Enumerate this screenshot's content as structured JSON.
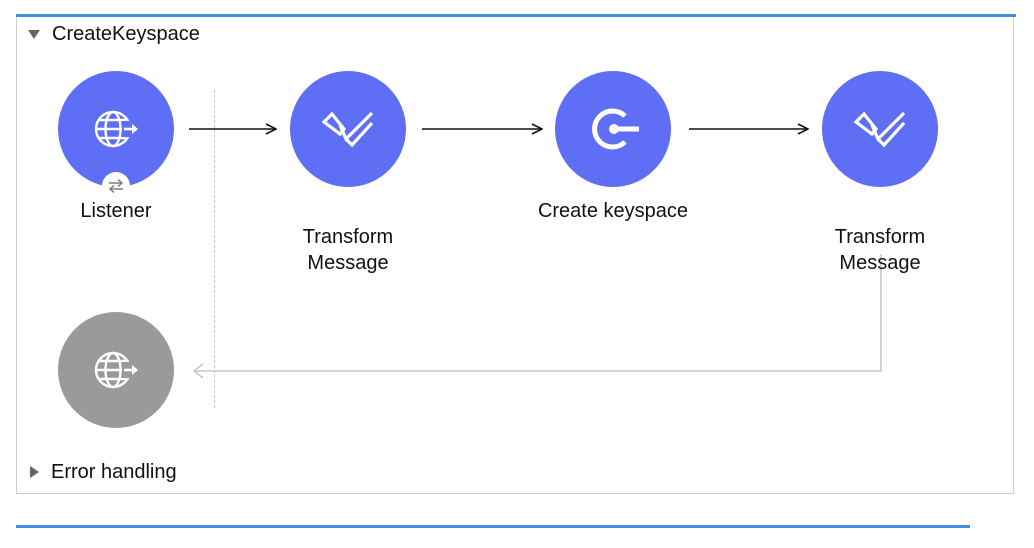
{
  "flow": {
    "title": "CreateKeyspace",
    "collapse_icon": "triangle-down-icon"
  },
  "nodes": [
    {
      "id": "listener",
      "label": "Listener",
      "icon": "globe-arrow-icon",
      "color": "#5e6ef5"
    },
    {
      "id": "transform-1",
      "label": "Transform\nMessage",
      "icon": "dataweave-check-icon",
      "color": "#5e6ef5"
    },
    {
      "id": "create-keyspace",
      "label": "Create keyspace",
      "icon": "cassandra-connector-icon",
      "color": "#5e6ef5"
    },
    {
      "id": "transform-2",
      "label": "Transform\nMessage",
      "icon": "dataweave-check-icon",
      "color": "#5e6ef5"
    },
    {
      "id": "response",
      "label": "",
      "icon": "globe-arrow-icon",
      "color": "#9a9a9a"
    }
  ],
  "listener_badge_icon": "bidirectional-arrows-icon",
  "error_handling": {
    "label": "Error handling",
    "expand_icon": "triangle-right-icon"
  },
  "colors": {
    "accent_rule": "#3f8ee0",
    "node_active": "#5e6ef5",
    "node_inactive": "#9a9a9a"
  }
}
